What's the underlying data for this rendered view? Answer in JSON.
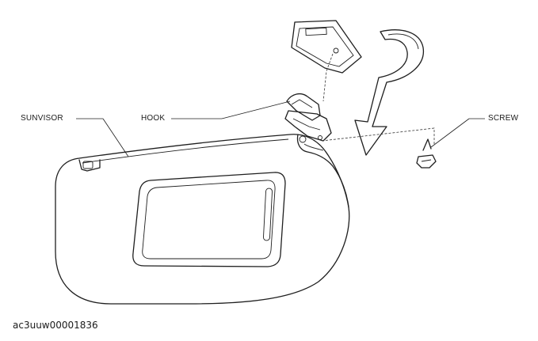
{
  "labels": {
    "sunvisor": "SUNVISOR",
    "hook": "HOOK",
    "screw": "SCREW"
  },
  "figure_code": "ac3uuw00001836",
  "colors": {
    "line": "#1f1f1f",
    "background": "#ffffff"
  }
}
